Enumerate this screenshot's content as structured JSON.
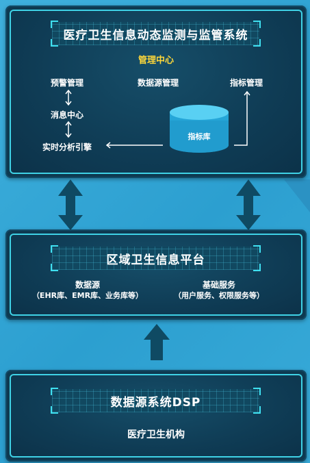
{
  "top_panel": {
    "title": "医疗卫生信息动态监测与监管系统",
    "subtitle": "管理中心",
    "warning_mgmt": "预警管理",
    "datasource_mgmt": "数据源管理",
    "indicator_mgmt": "指标管理",
    "message_center": "消息中心",
    "realtime_engine": "实时分析引擎",
    "indicator_db": "指标库"
  },
  "middle_panel": {
    "title": "区域卫生信息平台",
    "datasource_label": "数据源",
    "datasource_detail": "（EHR库、EMR库、业务库等）",
    "basic_services_label": "基础服务",
    "basic_services_detail": "（用户服务、权限服务等）"
  },
  "bottom_panel": {
    "title": "数据源系统DSP",
    "institution": "医疗卫生机构"
  },
  "colors": {
    "background": "#3aa7d6",
    "panel": "#0e3950",
    "border_accent": "#3fd2e6",
    "subtitle": "#ffd83a",
    "arrow": "#0f4a63",
    "cylinder": "#2fb7e8"
  }
}
